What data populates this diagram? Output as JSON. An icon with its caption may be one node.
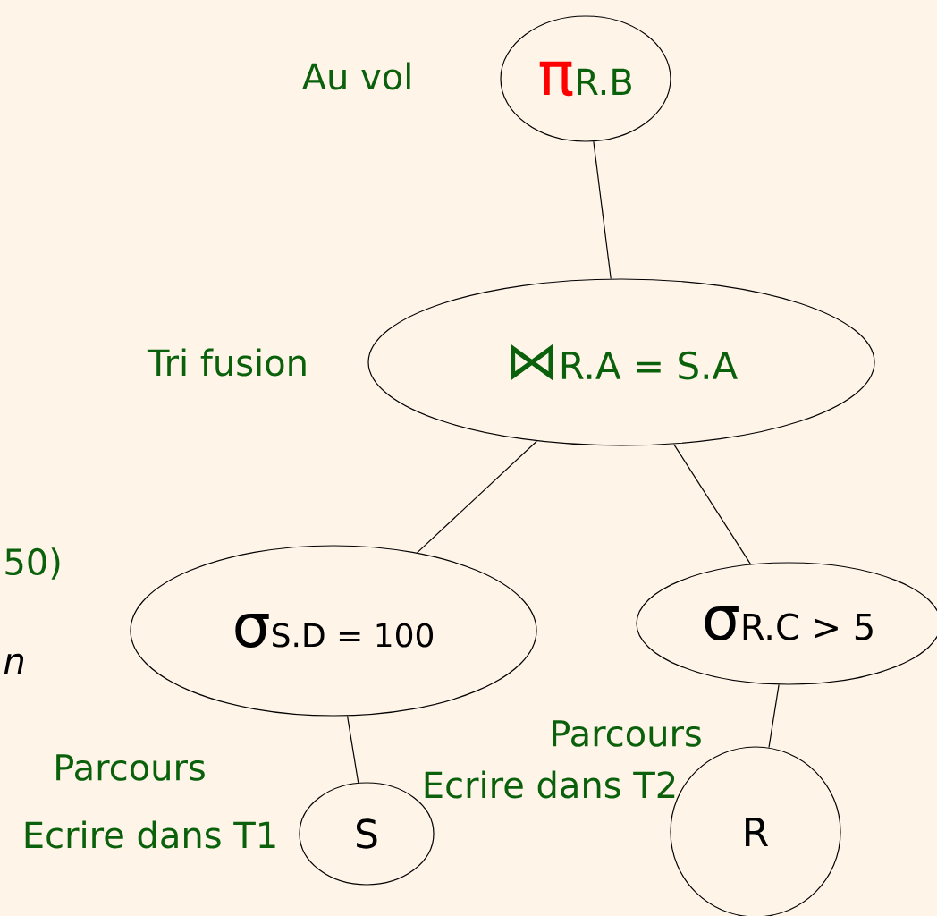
{
  "diagram": {
    "nodes": [
      {
        "text": [
          "π",
          "R.B"
        ],
        "beside": [
          "Au vol"
        ]
      },
      {
        "text": [
          "⋈",
          "R.A  = S.A"
        ],
        "beside": [
          "Tri fusion"
        ]
      },
      {
        "text": [
          "σ",
          "S.D = 100"
        ]
      },
      {
        "text": [
          "σ",
          "R.C > 5"
        ]
      },
      {
        "text": [
          "S"
        ],
        "beside": [
          "Parcours",
          "Ecrire dans T1"
        ]
      },
      {
        "text": [
          "R"
        ],
        "beside": [
          "Parcours",
          "Ecrire dans T2"
        ]
      }
    ],
    "edges": [
      {
        "from": 0,
        "to": 1,
        "arrow": "none"
      },
      {
        "from": 1,
        "to": 2,
        "arrow": "none"
      },
      {
        "from": 1,
        "to": 3,
        "arrow": "none"
      },
      {
        "from": 2,
        "to": 4,
        "arrow": "none"
      },
      {
        "from": 3,
        "to": 5,
        "arrow": "none"
      }
    ],
    "labels": [
      "50)",
      "n"
    ]
  }
}
